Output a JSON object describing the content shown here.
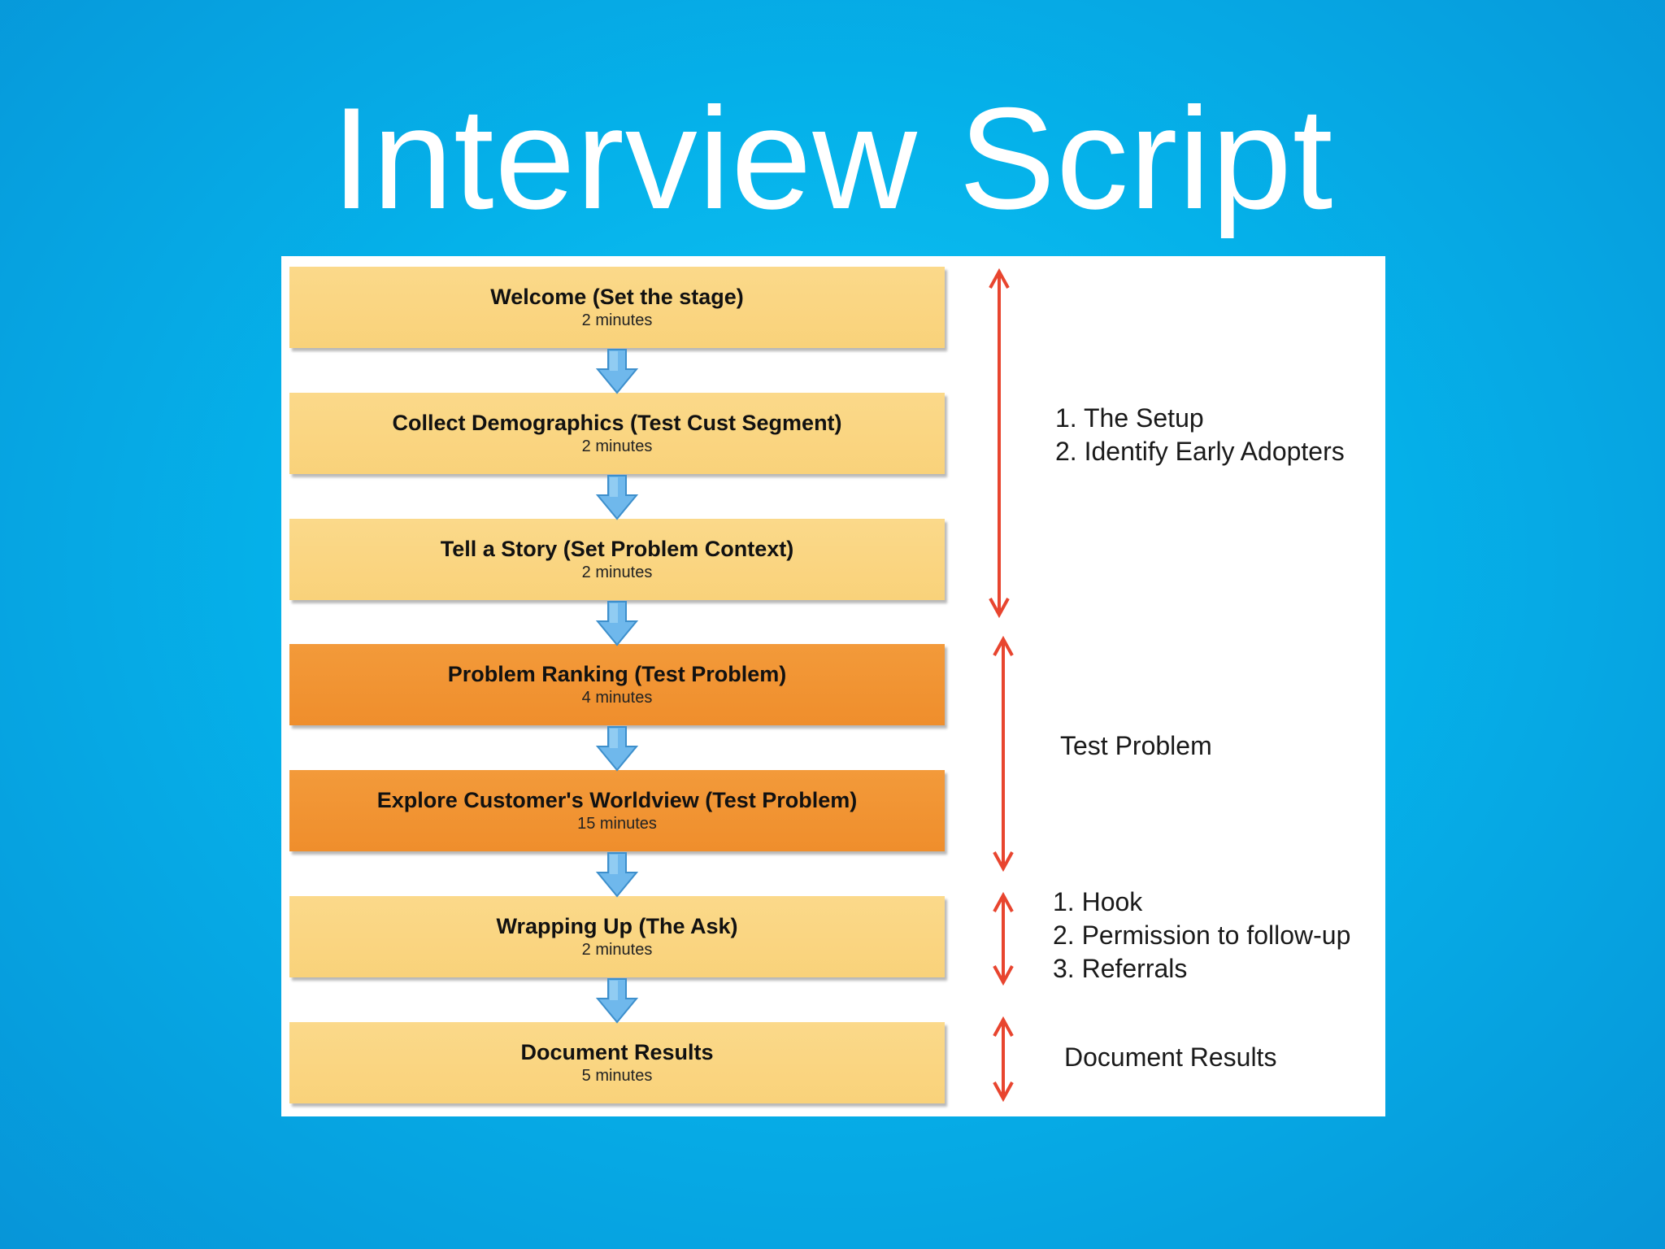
{
  "title": "Interview Script",
  "steps": [
    {
      "title": "Welcome (Set the stage)",
      "duration": "2 minutes",
      "tone": "light"
    },
    {
      "title": "Collect Demographics (Test Cust Segment)",
      "duration": "2 minutes",
      "tone": "light"
    },
    {
      "title": "Tell a Story (Set Problem Context)",
      "duration": "2 minutes",
      "tone": "light"
    },
    {
      "title": "Problem Ranking (Test Problem)",
      "duration": "4 minutes",
      "tone": "dark"
    },
    {
      "title": "Explore Customer's Worldview (Test Problem)",
      "duration": "15 minutes",
      "tone": "dark"
    },
    {
      "title": "Wrapping Up (The Ask)",
      "duration": "2 minutes",
      "tone": "light"
    },
    {
      "title": "Document Results",
      "duration": "5 minutes",
      "tone": "light"
    }
  ],
  "phases": [
    {
      "lines": [
        "1. The Setup",
        "2. Identify Early Adopters"
      ]
    },
    {
      "lines": [
        "Test Problem"
      ]
    },
    {
      "lines": [
        "1. Hook",
        "2. Permission to follow-up",
        "3. Referrals"
      ]
    },
    {
      "lines": [
        "Document Results"
      ]
    }
  ],
  "colors": {
    "background": "#05b2ea",
    "step_light": "#f9d27a",
    "step_dark": "#ef8e2c",
    "flow_arrow": "#6fb8ec",
    "span_arrow": "#e8452f"
  }
}
